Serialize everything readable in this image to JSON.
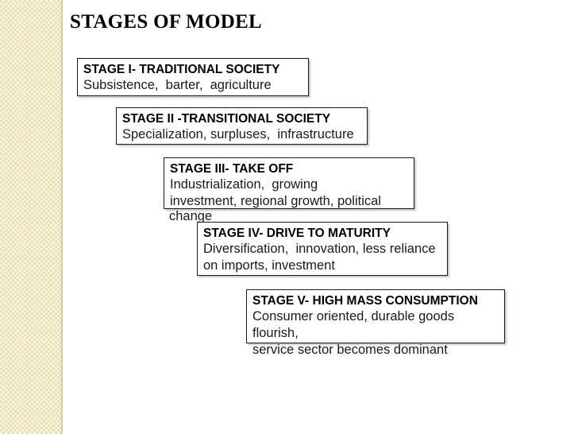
{
  "slide": {
    "title": "STAGES OF MODEL",
    "background_color": "#ffffff",
    "accent_band_color": "#eadfb6",
    "text_color": "#000000"
  },
  "stages": [
    {
      "id": "stage-1",
      "heading": "STAGE I- TRADITIONAL SOCIETY",
      "body": "Subsistence,  barter,  agriculture"
    },
    {
      "id": "stage-2",
      "heading": "STAGE II -TRANSITIONAL SOCIETY",
      "body": "Specialization, surpluses,  infrastructure"
    },
    {
      "id": "stage-3",
      "heading": "STAGE III- TAKE OFF",
      "body": "Industrialization,  growing\ninvestment, regional growth, political",
      "overflow_line": "change"
    },
    {
      "id": "stage-4",
      "heading": "STAGE IV- DRIVE TO MATURITY",
      "body": "Diversification,  innovation, less reliance\non imports, investment"
    },
    {
      "id": "stage-5",
      "heading": "STAGE V- HIGH MASS CONSUMPTION",
      "body": "Consumer oriented, durable goods flourish,\nservice sector becomes dominant"
    }
  ]
}
